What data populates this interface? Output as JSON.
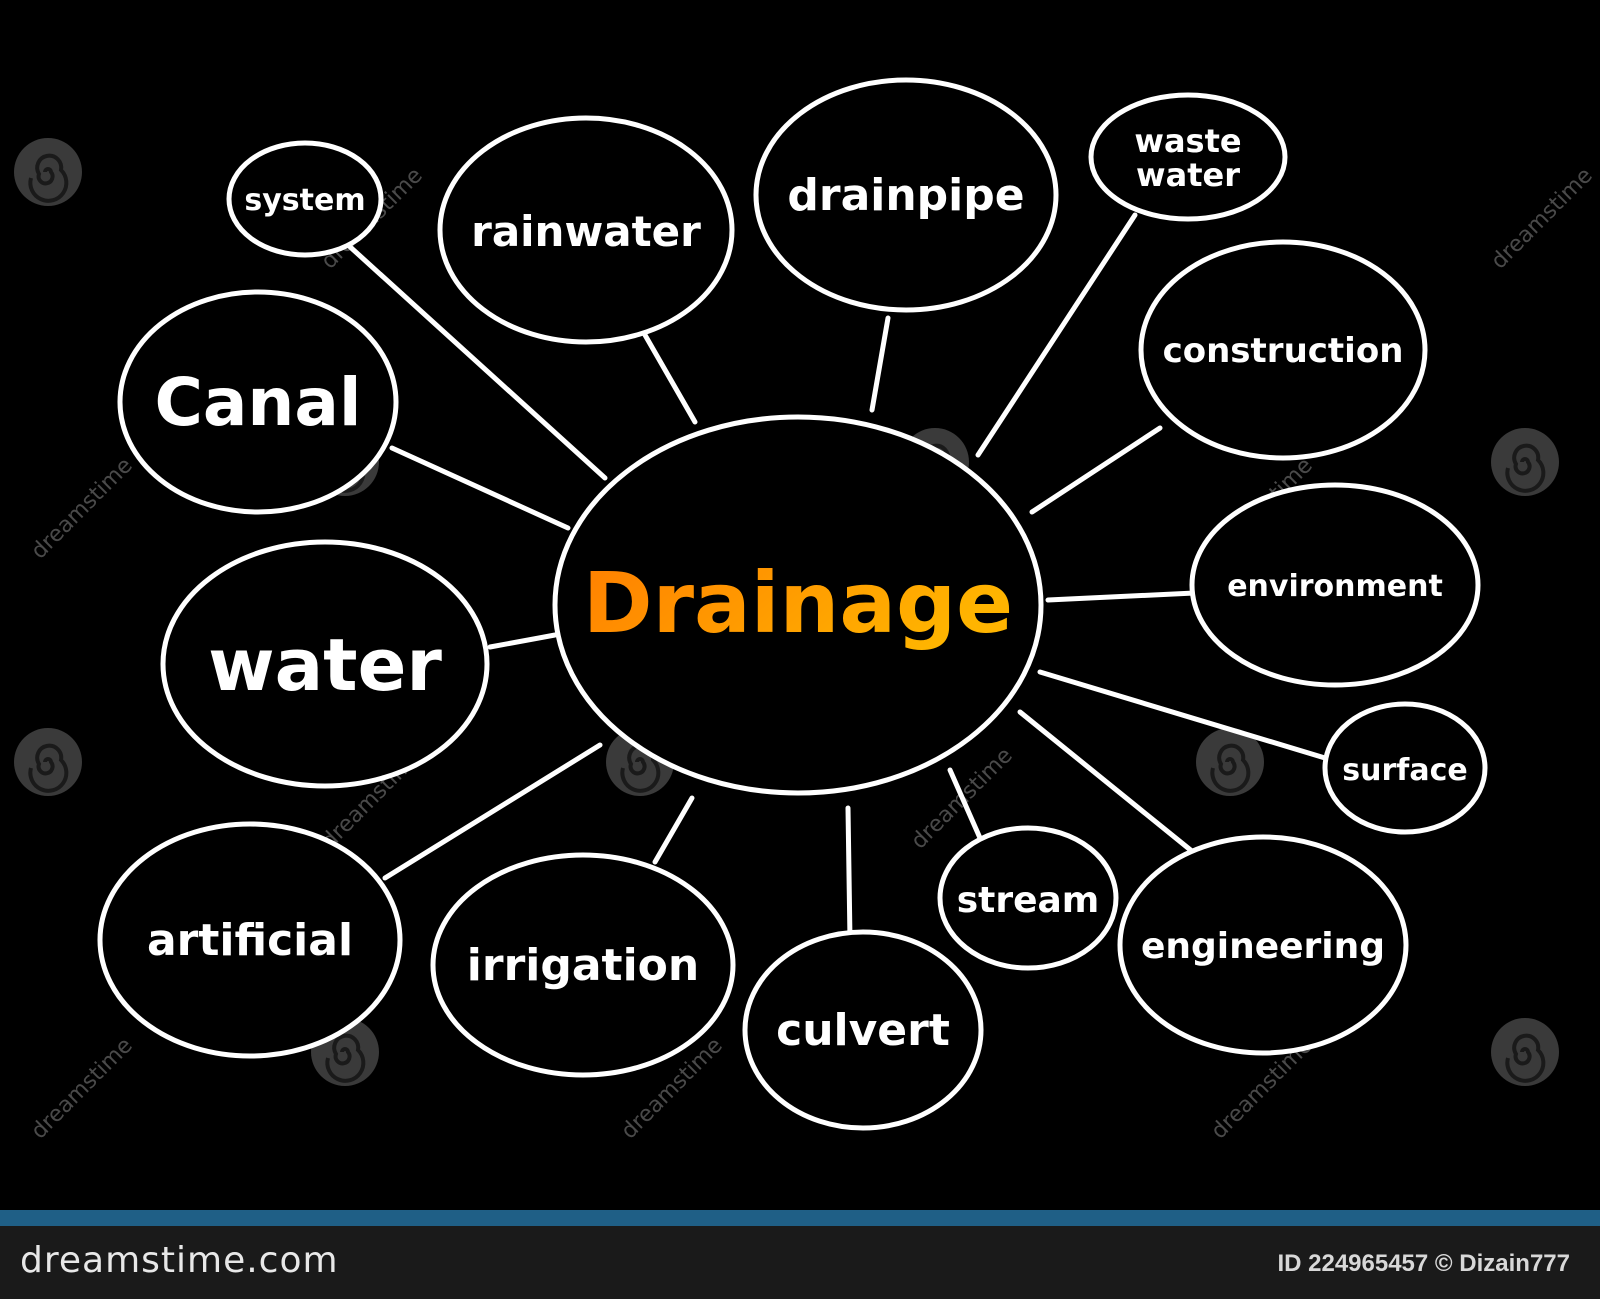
{
  "diagram": {
    "center": {
      "label": "Drainage",
      "gradient": [
        "#ff7f00",
        "#ffb400"
      ]
    },
    "nodes": [
      {
        "id": "system",
        "label": "system"
      },
      {
        "id": "rainwater",
        "label": "rainwater"
      },
      {
        "id": "drainpipe",
        "label": "drainpipe"
      },
      {
        "id": "waste-water",
        "label": "waste water",
        "lines": [
          "waste",
          "water"
        ]
      },
      {
        "id": "construction",
        "label": "construction"
      },
      {
        "id": "canal",
        "label": "Canal"
      },
      {
        "id": "water",
        "label": "water"
      },
      {
        "id": "environment",
        "label": "environment"
      },
      {
        "id": "surface",
        "label": "surface"
      },
      {
        "id": "artificial",
        "label": "artificial"
      },
      {
        "id": "irrigation",
        "label": "irrigation"
      },
      {
        "id": "culvert",
        "label": "culvert"
      },
      {
        "id": "stream",
        "label": "stream"
      },
      {
        "id": "engineering",
        "label": "engineering"
      }
    ],
    "colors": {
      "background": "#000000",
      "stroke": "#ffffff",
      "node_text": "#ffffff"
    }
  },
  "watermark": {
    "text": "dreamstime",
    "icon": "spiral-icon"
  },
  "footer": {
    "brand": "dreamstime.com",
    "id_text": "ID 224965457 © Dizain777",
    "stripe_color": "#1f5f86"
  }
}
